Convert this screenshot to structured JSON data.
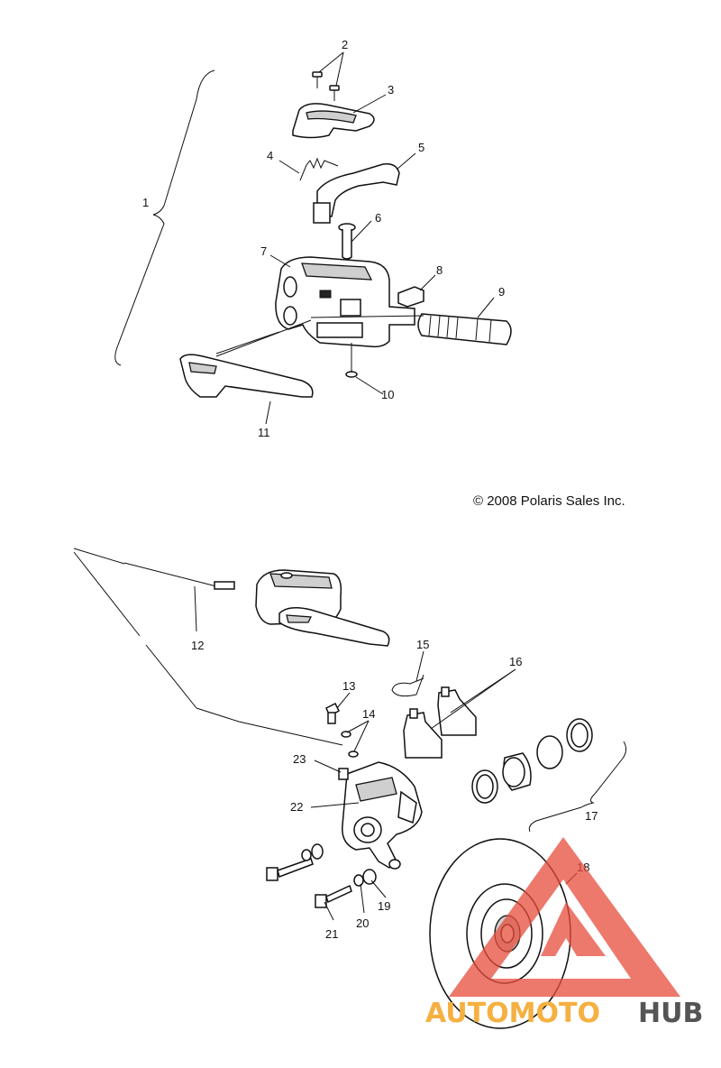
{
  "copyright": "© 2008 Polaris Sales Inc.",
  "watermark": {
    "left": "AUTOMOTO",
    "right": "HUB",
    "accent": "#e74c3c",
    "left_color": "#f5b041",
    "right_color": "#555555"
  },
  "callouts": {
    "c1": "1",
    "c2": "2",
    "c3": "3",
    "c4": "4",
    "c5": "5",
    "c6": "6",
    "c7": "7",
    "c8": "8",
    "c9": "9",
    "c10": "10",
    "c11": "11",
    "c12": "12",
    "c13": "13",
    "c14": "14",
    "c15": "15",
    "c16": "16",
    "c17": "17",
    "c18": "18",
    "c19": "19",
    "c20": "20",
    "c21": "21",
    "c22": "22",
    "c23": "23"
  }
}
